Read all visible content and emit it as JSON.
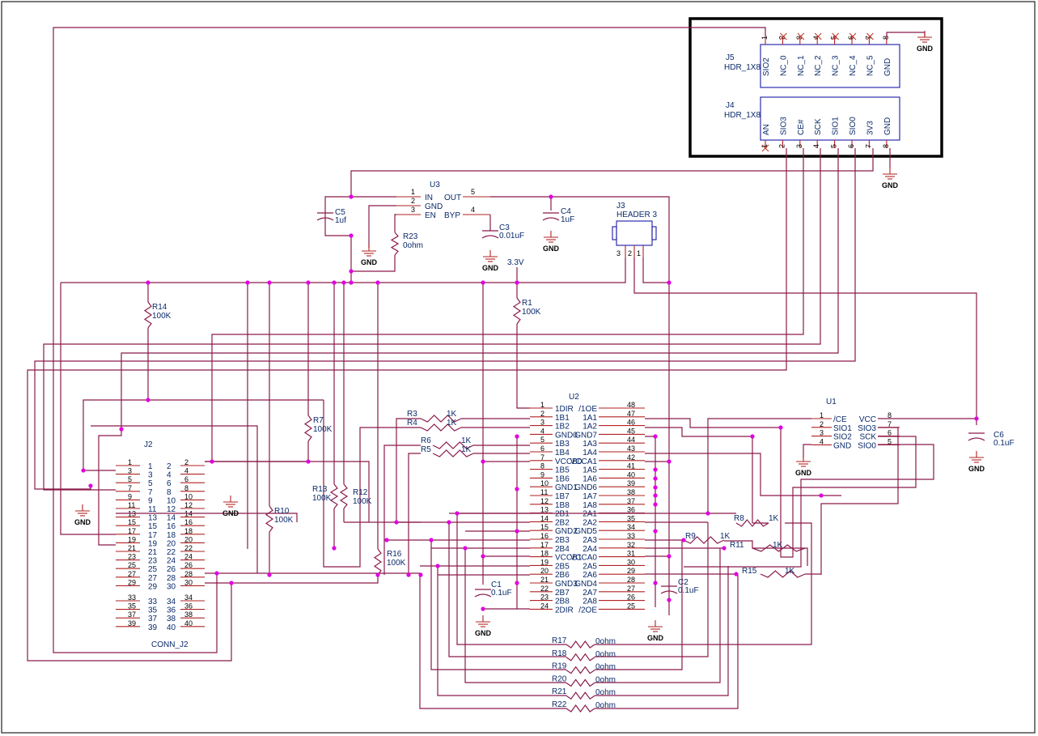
{
  "j5": {
    "ref": "J5",
    "val": "HDR_1X8",
    "pins": [
      "SIO2",
      "NC_0",
      "NC_1",
      "NC_2",
      "NC_3",
      "NC_4",
      "NC_5",
      "GND"
    ],
    "nums": [
      "1",
      "2",
      "3",
      "4",
      "5",
      "6",
      "7",
      "8"
    ]
  },
  "j4": {
    "ref": "J4",
    "val": "HDR_1X8",
    "pins": [
      "AN",
      "SIO3",
      "CE#",
      "SCK",
      "SIO1",
      "SIO0",
      "3V3",
      "GND"
    ],
    "nums": [
      "1",
      "2",
      "3",
      "4",
      "5",
      "6",
      "7",
      "8"
    ]
  },
  "u3": {
    "ref": "U3",
    "pins_l": [
      "IN",
      "GND",
      "EN"
    ],
    "nums_l": [
      "1",
      "2",
      "3"
    ],
    "pins_r": [
      "OUT",
      "BYP"
    ],
    "nums_r": [
      "5",
      "4"
    ]
  },
  "j3": {
    "ref": "J3",
    "val": "HEADER 3",
    "nums": [
      "3",
      "2",
      "1"
    ]
  },
  "u2": {
    "ref": "U2",
    "pins_l": [
      "1DIR",
      "1B1",
      "1B2",
      "GND0",
      "1B3",
      "1B4",
      "VCCB0",
      "1B5",
      "1B6",
      "GND1",
      "1B7",
      "1B8",
      "2B1",
      "2B2",
      "GND2",
      "2B3",
      "2B4",
      "VCCB1",
      "2B5",
      "2B6",
      "GND3",
      "2B7",
      "2B8",
      "2DIR"
    ],
    "nums_l": [
      "1",
      "2",
      "3",
      "4",
      "5",
      "6",
      "7",
      "8",
      "9",
      "10",
      "11",
      "12",
      "13",
      "14",
      "15",
      "16",
      "17",
      "18",
      "19",
      "20",
      "21",
      "22",
      "23",
      "24"
    ],
    "pins_r": [
      "/1OE",
      "1A1",
      "1A2",
      "GND7",
      "1A3",
      "1A4",
      "VCCA1",
      "1A5",
      "1A6",
      "GND6",
      "1A7",
      "1A8",
      "2A1",
      "2A2",
      "GND5",
      "2A3",
      "2A4",
      "VCCA0",
      "2A5",
      "2A6",
      "GND4",
      "2A7",
      "2A8",
      "/2OE"
    ],
    "nums_r": [
      "48",
      "47",
      "46",
      "45",
      "44",
      "43",
      "42",
      "41",
      "40",
      "39",
      "38",
      "37",
      "36",
      "35",
      "34",
      "33",
      "32",
      "31",
      "30",
      "29",
      "28",
      "27",
      "26",
      "25"
    ]
  },
  "u1": {
    "ref": "U1",
    "pins_l": [
      "/CE",
      "SIO1",
      "SIO2",
      "GND"
    ],
    "nums_l": [
      "1",
      "2",
      "3",
      "4"
    ],
    "pins_r": [
      "VCC",
      "SIO3",
      "SCK",
      "SIO0"
    ],
    "nums_r": [
      "8",
      "7",
      "6",
      "5"
    ]
  },
  "j2": {
    "ref": "J2",
    "val": "CONN_J2",
    "left_nums": [
      "1",
      "3",
      "5",
      "7",
      "9",
      "11",
      "13",
      "15",
      "17",
      "19",
      "21",
      "23",
      "25",
      "27",
      "29"
    ],
    "right_nums": [
      "2",
      "4",
      "6",
      "8",
      "10",
      "12",
      "14",
      "16",
      "18",
      "20",
      "22",
      "24",
      "26",
      "28",
      "30"
    ],
    "low_left": [
      "33",
      "35",
      "37",
      "39"
    ],
    "low_right": [
      "34",
      "36",
      "38",
      "40"
    ]
  },
  "caps": {
    "c5": {
      "ref": "C5",
      "val": "1uf"
    },
    "c3": {
      "ref": "C3",
      "val": "0.01uF"
    },
    "c4": {
      "ref": "C4",
      "val": "1uF"
    },
    "c1": {
      "ref": "C1",
      "val": "0.1uF"
    },
    "c2": {
      "ref": "C2",
      "val": "0.1uF"
    },
    "c6": {
      "ref": "C6",
      "val": "0.1uF"
    }
  },
  "res": {
    "r23": {
      "ref": "R23",
      "val": "0ohm"
    },
    "r1": {
      "ref": "R1",
      "val": "100K"
    },
    "r14": {
      "ref": "R14",
      "val": "100K"
    },
    "r7": {
      "ref": "R7",
      "val": "100K"
    },
    "r13": {
      "ref": "R13",
      "val": "100K"
    },
    "r12": {
      "ref": "R12",
      "val": "100K"
    },
    "r10": {
      "ref": "R10",
      "val": "100K"
    },
    "r16": {
      "ref": "R16",
      "val": "100K"
    },
    "r3": {
      "ref": "R3",
      "val": "1K"
    },
    "r4": {
      "ref": "R4",
      "val": "1K"
    },
    "r6": {
      "ref": "R6",
      "val": "1K"
    },
    "r5": {
      "ref": "R5",
      "val": "1K"
    },
    "r8": {
      "ref": "R8",
      "val": "1K"
    },
    "r9": {
      "ref": "R9",
      "val": "1K"
    },
    "r11": {
      "ref": "R11",
      "val": "1K"
    },
    "r15": {
      "ref": "R15",
      "val": "1K"
    },
    "r17": {
      "ref": "R17",
      "val": "0ohm"
    },
    "r18": {
      "ref": "R18",
      "val": "0ohm"
    },
    "r19": {
      "ref": "R19",
      "val": "0ohm"
    },
    "r20": {
      "ref": "R20",
      "val": "0ohm"
    },
    "r21": {
      "ref": "R21",
      "val": "0ohm"
    },
    "r22": {
      "ref": "R22",
      "val": "0ohm"
    }
  },
  "labels": {
    "gnd": "GND",
    "v33": "3.3V"
  },
  "colors": {
    "wire": "#8a1a4a",
    "pin": "#b22222",
    "body": "#1a1aa8",
    "junction": "#e000e0"
  }
}
